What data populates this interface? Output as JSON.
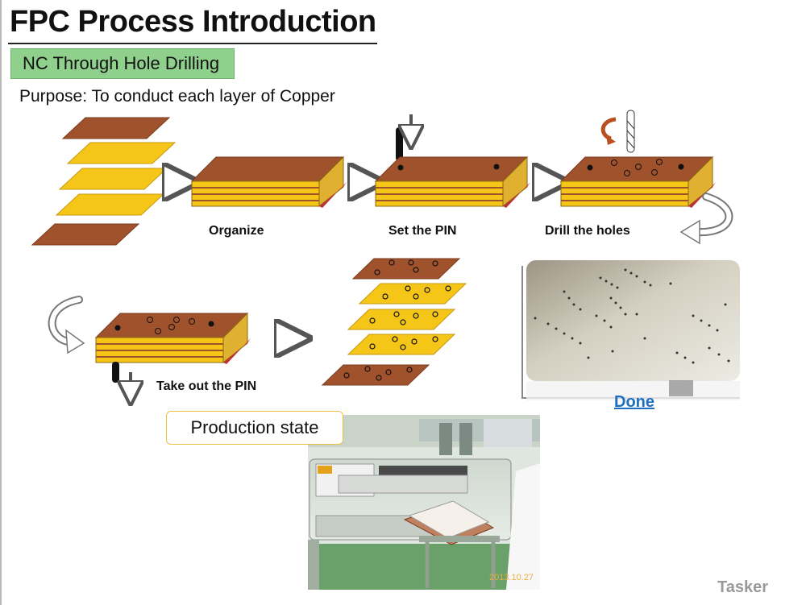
{
  "slide": {
    "title": "FPC Process Introduction",
    "section": "NC Through Hole Drilling",
    "purpose": "Purpose: To conduct each layer of Copper"
  },
  "steps": {
    "organize": "Organize",
    "set_pin": "Set the PIN",
    "drill": "Drill the holes",
    "take_out": "Take out the PIN"
  },
  "done_label": "Done",
  "production_label": "Production state",
  "photo_date": "2013.10.27",
  "watermark": "Tasker",
  "colors": {
    "copper": "#a0522d",
    "polyimide": "#f5c518",
    "badge": "#8fd18c",
    "link": "#1f6fc0"
  }
}
